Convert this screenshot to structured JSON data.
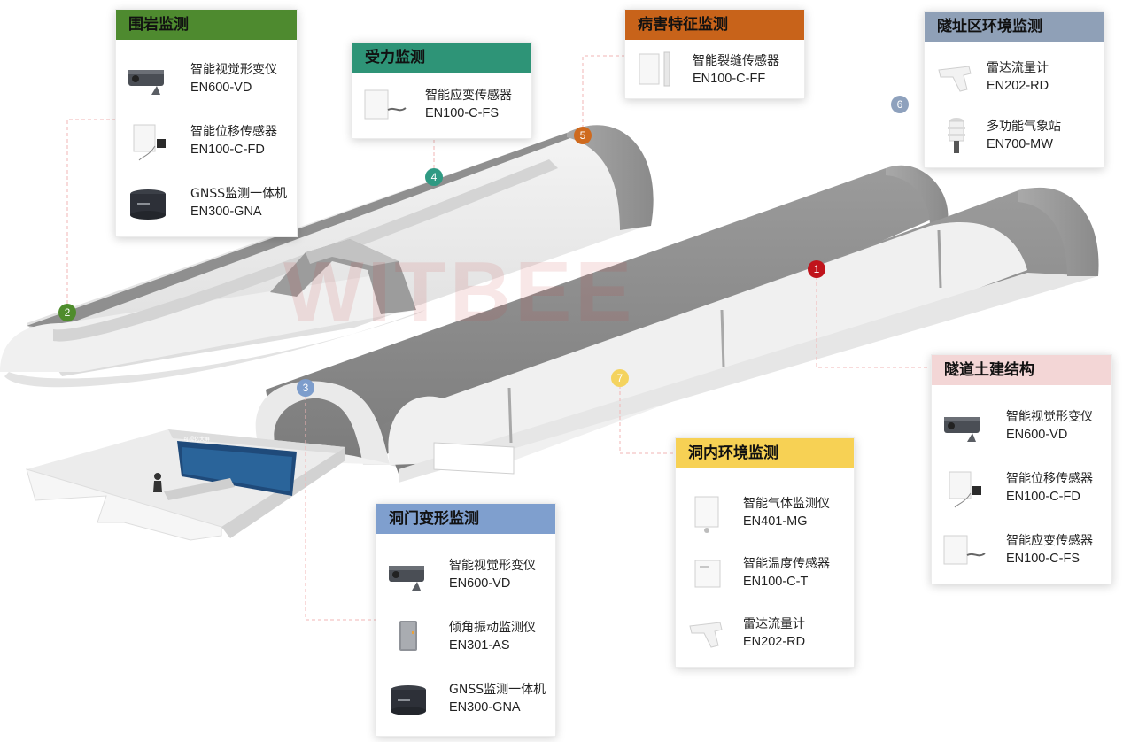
{
  "watermark": "WITBEE",
  "colors": {
    "weiyan": "#4e8a2f",
    "shouli": "#2e9477",
    "binghai": "#c8631a",
    "suizhi": "#8fa0b7",
    "tudao": "#f3d6d6",
    "dongnei": "#f7d154",
    "dongmen": "#7f9fce",
    "marker1": "#c0141c",
    "marker2": "#4f8c2c",
    "marker3": "#7d9dcc",
    "marker4": "#2f9a83",
    "marker5": "#cf6a1e",
    "marker6": "#8ea1bd",
    "marker7": "#f4d35e"
  },
  "markers": [
    "1",
    "2",
    "3",
    "4",
    "5",
    "6",
    "7"
  ],
  "room": {
    "screen_label": "可视化大屏"
  },
  "groups": {
    "weiyan": {
      "title": "围岩监测",
      "items": [
        {
          "name": "智能视觉形变仪",
          "model": "EN600-VD",
          "icon": "camera-icon"
        },
        {
          "name": "智能位移传感器",
          "model": "EN100-C-FD",
          "icon": "displacement-sensor-icon"
        },
        {
          "name": "GNSS监测一体机",
          "model": "EN300-GNA",
          "icon": "gnss-receiver-icon"
        }
      ]
    },
    "shouli": {
      "title": "受力监测",
      "items": [
        {
          "name": "智能应变传感器",
          "model": "EN100-C-FS",
          "icon": "strain-sensor-icon"
        }
      ]
    },
    "binghai": {
      "title": "病害特征监测",
      "items": [
        {
          "name": "智能裂缝传感器",
          "model": "EN100-C-FF",
          "icon": "crack-sensor-icon"
        }
      ]
    },
    "suizhi": {
      "title": "隧址区环境监测",
      "items": [
        {
          "name": "雷达流量计",
          "model": "EN202-RD",
          "icon": "radar-flowmeter-icon"
        },
        {
          "name": "多功能气象站",
          "model": "EN700-MW",
          "icon": "weather-station-icon"
        }
      ]
    },
    "tudao": {
      "title": "隧道土建结构",
      "items": [
        {
          "name": "智能视觉形变仪",
          "model": "EN600-VD",
          "icon": "camera-icon"
        },
        {
          "name": "智能位移传感器",
          "model": "EN100-C-FD",
          "icon": "displacement-sensor-icon"
        },
        {
          "name": "智能应变传感器",
          "model": "EN100-C-FS",
          "icon": "strain-sensor-icon"
        }
      ]
    },
    "dongnei": {
      "title": "洞内环境监测",
      "items": [
        {
          "name": "智能气体监测仪",
          "model": "EN401-MG",
          "icon": "gas-monitor-icon"
        },
        {
          "name": "智能温度传感器",
          "model": "EN100-C-T",
          "icon": "temperature-sensor-icon"
        },
        {
          "name": "雷达流量计",
          "model": "EN202-RD",
          "icon": "radar-flowmeter-icon"
        }
      ]
    },
    "dongmen": {
      "title": "洞门变形监测",
      "items": [
        {
          "name": "智能视觉形变仪",
          "model": "EN600-VD",
          "icon": "camera-icon"
        },
        {
          "name": "倾角振动监测仪",
          "model": "EN301-AS",
          "icon": "tilt-vibration-icon"
        },
        {
          "name": "GNSS监测一体机",
          "model": "EN300-GNA",
          "icon": "gnss-receiver-icon"
        }
      ]
    }
  }
}
